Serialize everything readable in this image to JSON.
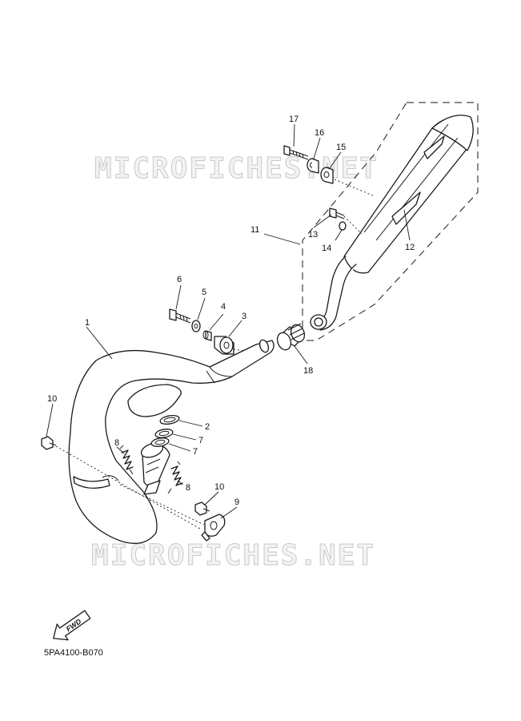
{
  "watermark": {
    "top": "MICROFICHES.NET",
    "bottom": "MICROFICHES.NET"
  },
  "fwd_label": "FWD",
  "diagram_code": "5PA4100-B070",
  "callouts": {
    "c1": "1",
    "c2": "2",
    "c3": "3",
    "c4": "4",
    "c5": "5",
    "c6": "6",
    "c7a": "7",
    "c7b": "7",
    "c8a": "8",
    "c8b": "8",
    "c9": "9",
    "c10a": "10",
    "c10b": "10",
    "c11": "11",
    "c12": "12",
    "c13": "13",
    "c14": "14",
    "c15": "15",
    "c16": "16",
    "c17": "17",
    "c18": "18"
  }
}
